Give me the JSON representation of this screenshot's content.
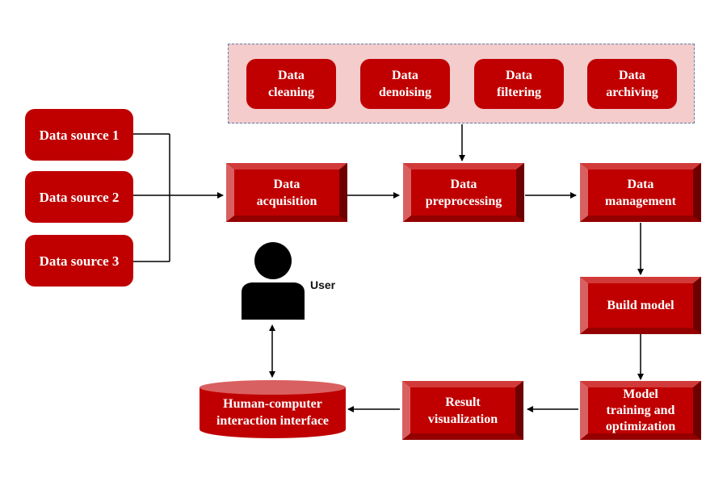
{
  "preprocessing_group": {
    "steps": [
      {
        "line1": "Data",
        "line2": "cleaning"
      },
      {
        "line1": "Data",
        "line2": "denoising"
      },
      {
        "line1": "Data",
        "line2": "filtering"
      },
      {
        "line1": "Data",
        "line2": "archiving"
      }
    ]
  },
  "sources": [
    {
      "label": "Data source 1"
    },
    {
      "label": "Data source 2"
    },
    {
      "label": "Data source 3"
    }
  ],
  "pipeline": {
    "acquisition": {
      "line1": "Data",
      "line2": "acquisition"
    },
    "preprocessing": {
      "line1": "Data",
      "line2": "preprocessing"
    },
    "management": {
      "line1": "Data",
      "line2": "management"
    },
    "build_model": {
      "line1": "Build model"
    },
    "training": {
      "line1": "Model",
      "line2": "training and",
      "line3": "optimization"
    },
    "visualization": {
      "line1": "Result",
      "line2": "visualization"
    },
    "hci": {
      "line1": "Human-computer",
      "line2": "interaction interface"
    }
  },
  "user": {
    "label": "User"
  },
  "colors": {
    "box_red": "#c00000",
    "group_fill": "#f4cccc",
    "group_border": "#5b7fa6",
    "arrow": "#000000"
  }
}
